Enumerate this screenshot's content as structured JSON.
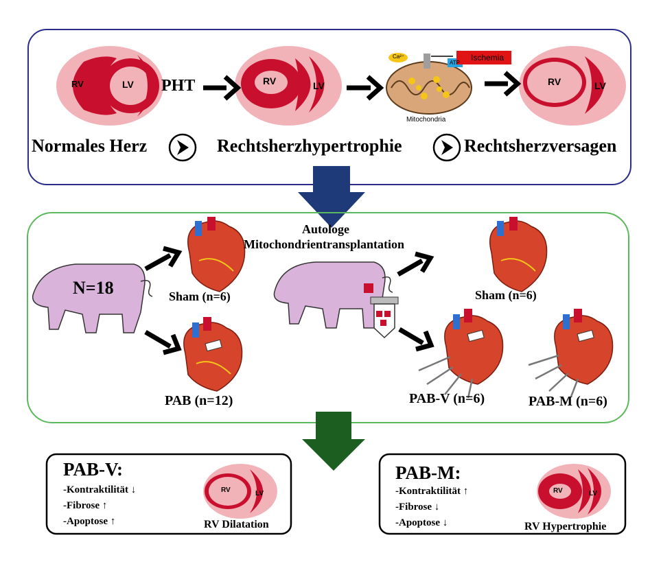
{
  "top": {
    "pht": "PHT",
    "stage1": "Normales Herz",
    "stage2": "Rechtsherzhypertrophie",
    "stage3": "Rechtsherzversagen",
    "rv": "RV",
    "lv": "LV",
    "mito_label": "Mitochondria",
    "ischemia": "Ischemia",
    "ca": "Ca²⁺",
    "atp": "ATP"
  },
  "middle": {
    "n_total": "N=18",
    "sham_left": "Sham (n=6)",
    "pab_left": "PAB (n=12)",
    "procedure_line1": "Autologe",
    "procedure_line2": "Mitochondrientransplantation",
    "sham_right": "Sham (n=6)",
    "pab_v": "PAB-V (n=6)",
    "pab_m": "PAB-M (n=6)"
  },
  "results": {
    "left": {
      "title": "PAB-V:",
      "items": [
        "-Kontraktilität ↓",
        "-Fibrose ↑",
        "-Apoptose ↑"
      ],
      "caption": "RV Dilatation"
    },
    "right": {
      "title": "PAB-M:",
      "items": [
        "-Kontraktilität ↑",
        "-Fibrose ↓",
        "-Apoptose ↓"
      ],
      "caption": "RV Hypertrophie"
    }
  },
  "colors": {
    "top_border": "#2b2b8a",
    "middle_border": "#5cb85c",
    "navy_arrow": "#1f3a78",
    "green_arrow": "#1b5e20",
    "heart_red": "#c8102e",
    "heart_pink": "#f2b3b8",
    "pig": "#d9b3d9"
  }
}
